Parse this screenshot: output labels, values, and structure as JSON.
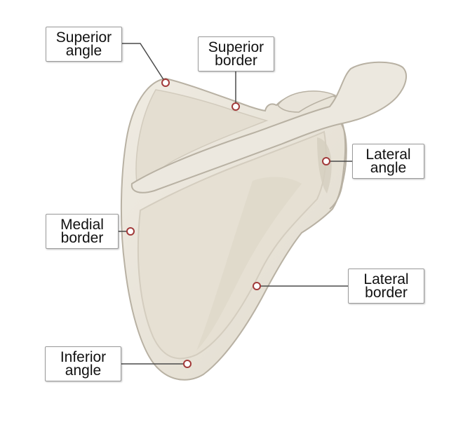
{
  "diagram": {
    "colors": {
      "bone_fill": "#ebe6dc",
      "bone_shade": "#d9d3c5",
      "bone_outline": "#b8b1a3",
      "marker_stroke": "#a23a3a",
      "leader_line": "#4a4a4a"
    },
    "labels": {
      "superior_angle": {
        "line1": "Superior",
        "line2": "angle"
      },
      "superior_border": {
        "line1": "Superior",
        "line2": "border"
      },
      "lateral_angle": {
        "line1": "Lateral",
        "line2": "angle"
      },
      "medial_border": {
        "line1": "Medial",
        "line2": "border"
      },
      "lateral_border": {
        "line1": "Lateral",
        "line2": "border"
      },
      "inferior_angle": {
        "line1": "Inferior",
        "line2": "angle"
      }
    }
  }
}
